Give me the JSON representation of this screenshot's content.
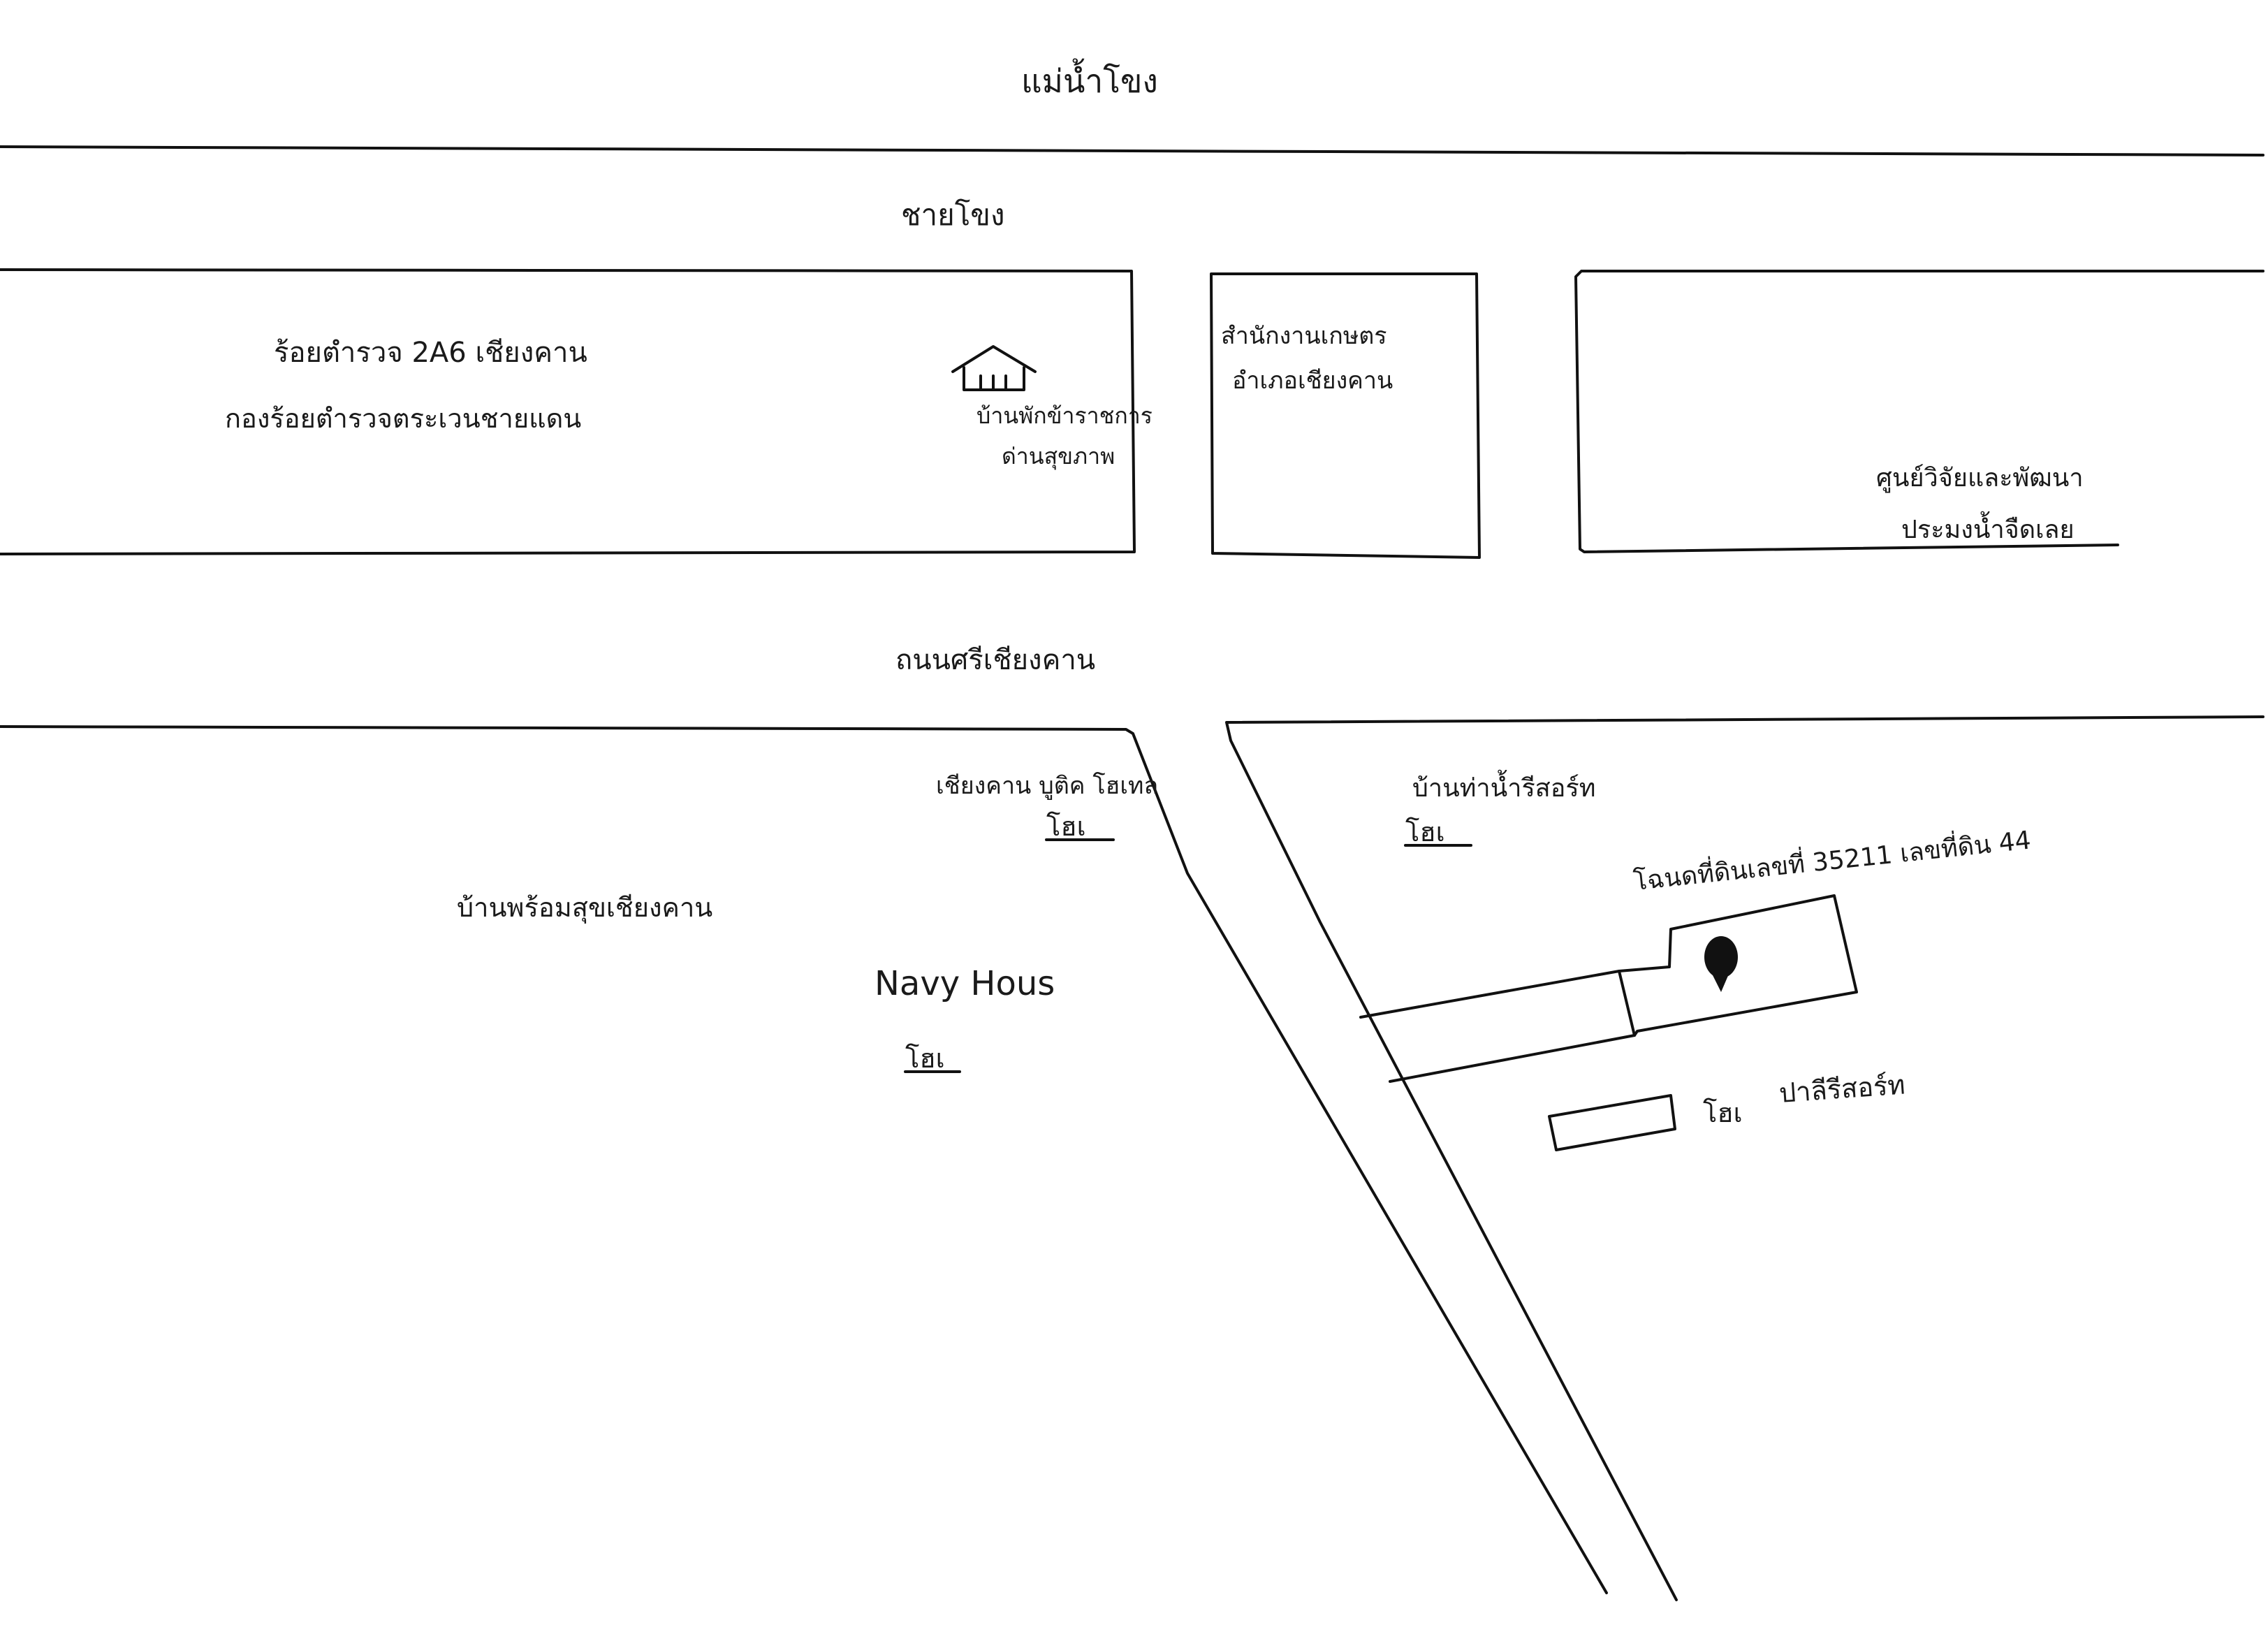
{
  "labels": {
    "river": "แม่น้ำโขง",
    "riverside_road": "ชายโขง",
    "border_unit_line1": "ร้อยตำรวจ 2A6 เชียงคาน",
    "border_unit_line2": "กองร้อยตำรวจตระเวนชายแดน",
    "health_center_line1": "บ้านพักข้าราชการ",
    "health_center_line2": "ด่านสุขภาพ",
    "agri_office_line1": "สำนักงานเกษตร",
    "agri_office_line2": "อำเภอเชียงคาน",
    "fisheries_center_line1": "ศูนย์วิจัยและพัฒนา",
    "fisheries_center_line2": "ประมงน้ำจืดเลย",
    "main_road": "ถนนศรีเชียงคาน",
    "boutique_hotel": "เชียงคาน บูติค โฮเทล",
    "baan_phromsuk": "บ้านพร้อมสุขเชียงคาน",
    "navy_house": "Navy Hous",
    "baan_resort": "บ้านท่าน้ำรีสอร์ท",
    "land_parcel": "โฉนดที่ดินเลขที่ 35211 เลขที่ดิน 44",
    "pali_resort": "ปาลีรีสอร์ท",
    "hotel_sign": "โฮเ"
  },
  "icons": {
    "house": "house-icon",
    "pin": "location-pin-icon"
  }
}
